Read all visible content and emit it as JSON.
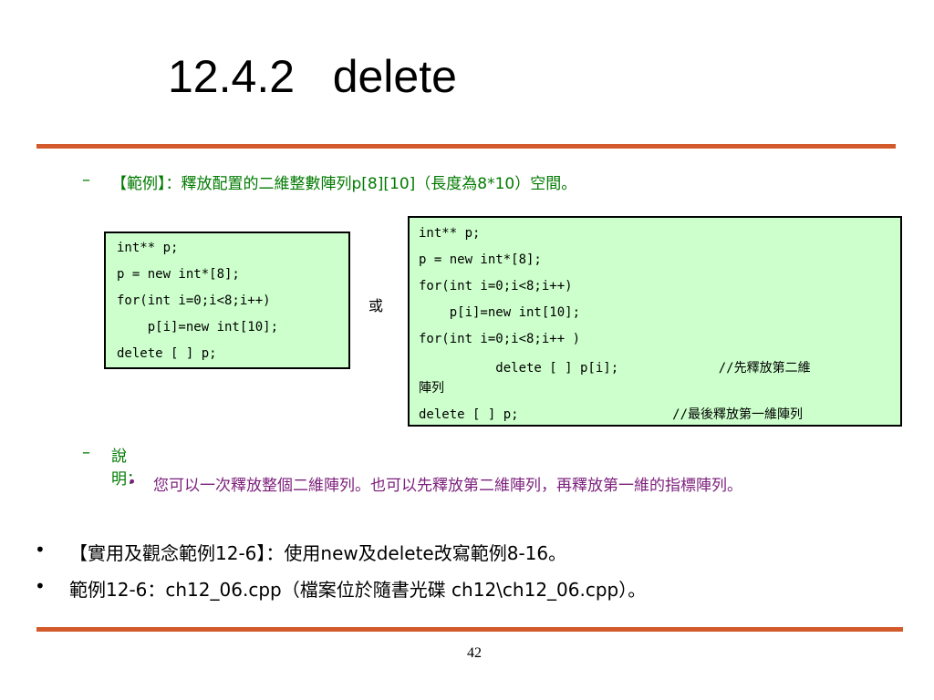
{
  "title": "12.4.2   delete",
  "item1": {
    "marker": "–",
    "text": "【範例】：釋放配置的二維整數陣列p[8][10]（長度為8*10）空間。"
  },
  "code_box_1": {
    "lines": [
      "int** p;",
      "p = new int*[8];",
      "for(int i=0;i<8;i++)",
      "    p[i]=new int[10];",
      "delete [ ] p;"
    ]
  },
  "or_label": "或",
  "code_box_2": {
    "lines": [
      "int** p;",
      "p = new int*[8];",
      "for(int i=0;i<8;i++)",
      "    p[i]=new int[10];",
      "for(int i=0;i<8;i++ )",
      "          delete [ ] p[i];             //先釋放第二維",
      "陣列",
      "delete [ ] p;                    //最後釋放第一維陣列"
    ]
  },
  "item2": {
    "marker": "–",
    "text": "說明："
  },
  "item2_sub": {
    "marker": "•",
    "text": "您可以一次釋放整個二維陣列。也可以先釋放第二維陣列，再釋放第一維的指標陣列。"
  },
  "bullet1": {
    "marker": "•",
    "text": "【實用及觀念範例12-6】：使用new及delete改寫範例8-16。"
  },
  "bullet2": {
    "marker": "•",
    "text": "範例12-6：ch12_06.cpp（檔案位於隨書光碟 ch12\\ch12_06.cpp）。"
  },
  "page_number": "42",
  "colors": {
    "rule": "#d35a2a",
    "code_bg": "#ccffcc",
    "green_text": "#007a00",
    "purple_text": "#7b1f7b"
  }
}
